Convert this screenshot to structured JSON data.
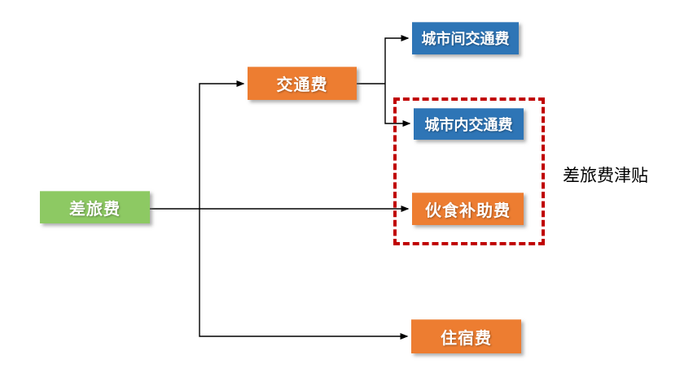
{
  "diagram": {
    "nodes": [
      {
        "label": "差旅费",
        "color": "#8DC963"
      },
      {
        "label": "交通费",
        "color": "#ED7D31"
      },
      {
        "label": "城市间交通费",
        "color": "#2E75B6"
      },
      {
        "label": "城市内交通费",
        "color": "#2E75B6"
      },
      {
        "label": "伙食补助费",
        "color": "#ED7D31"
      },
      {
        "label": "住宿费",
        "color": "#ED7D31"
      }
    ],
    "edges": [
      {
        "from": "差旅费",
        "to": "交通费"
      },
      {
        "from": "差旅费",
        "to": "伙食补助费"
      },
      {
        "from": "差旅费",
        "to": "住宿费"
      },
      {
        "from": "交通费",
        "to": "城市间交通费"
      },
      {
        "from": "交通费",
        "to": "城市内交通费"
      }
    ],
    "annotation": {
      "label": "差旅费津贴",
      "border_color": "#C00000",
      "contains": [
        "城市内交通费",
        "伙食补助费"
      ]
    },
    "connector_color": "#000000"
  }
}
